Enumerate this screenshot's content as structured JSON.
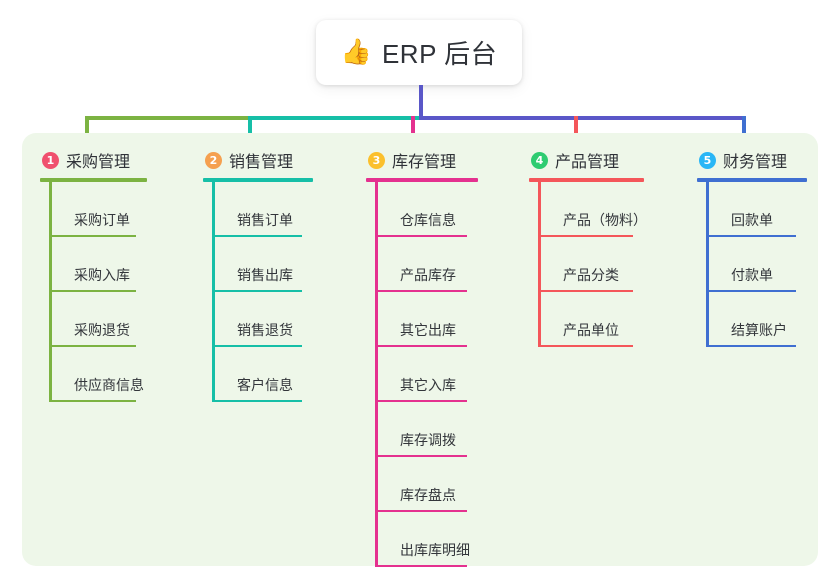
{
  "root": {
    "icon": "thumbs-up-icon",
    "emoji": "👍",
    "title": "ERP 后台"
  },
  "palette": {
    "panel_bg": "#eef7e9",
    "card_bg": "#ffffff",
    "text": "#2f3238",
    "bus_green": "#7cb342",
    "bus_teal": "#16bfa7",
    "bus_purple": "#5a57c8",
    "bus_pink": "#e4318f",
    "bus_red": "#f4565a",
    "bus_blue": "#3f6fd1"
  },
  "columns": [
    {
      "index": "1",
      "title": "采购管理",
      "badge_color": "#f0506e",
      "line_color": "#7cb342",
      "stem_color": "#7cb342",
      "items": [
        "采购订单",
        "采购入库",
        "采购退货",
        "供应商信息"
      ]
    },
    {
      "index": "2",
      "title": "销售管理",
      "badge_color": "#f5a04f",
      "line_color": "#16bfa7",
      "stem_color": "#16bfa7",
      "items": [
        "销售订单",
        "销售出库",
        "销售退货",
        "客户信息"
      ]
    },
    {
      "index": "3",
      "title": "库存管理",
      "badge_color": "#fbc02d",
      "line_color": "#e4318f",
      "stem_color": "#e4318f",
      "items": [
        "仓库信息",
        "产品库存",
        "其它出库",
        "其它入库",
        "库存调拨",
        "库存盘点",
        "出库库明细"
      ]
    },
    {
      "index": "4",
      "title": "产品管理",
      "badge_color": "#2ecc71",
      "line_color": "#f4565a",
      "stem_color": "#f4565a",
      "items": [
        "产品（物料）",
        "产品分类",
        "产品单位"
      ]
    },
    {
      "index": "5",
      "title": "财务管理",
      "badge_color": "#29b6f6",
      "line_color": "#3f6fd1",
      "stem_color": "#3f6fd1",
      "items": [
        "回款单",
        "付款单",
        "结算账户"
      ]
    }
  ],
  "connectors": {
    "root_stem_color": "#5a57c8",
    "left_bar_color_1": "#7cb342",
    "left_bar_color_2": "#16bfa7",
    "right_bar_color": "#5a57c8",
    "drop_colors": [
      "#7cb342",
      "#16bfa7",
      "#e4318f",
      "#f4565a",
      "#3f6fd1"
    ]
  }
}
